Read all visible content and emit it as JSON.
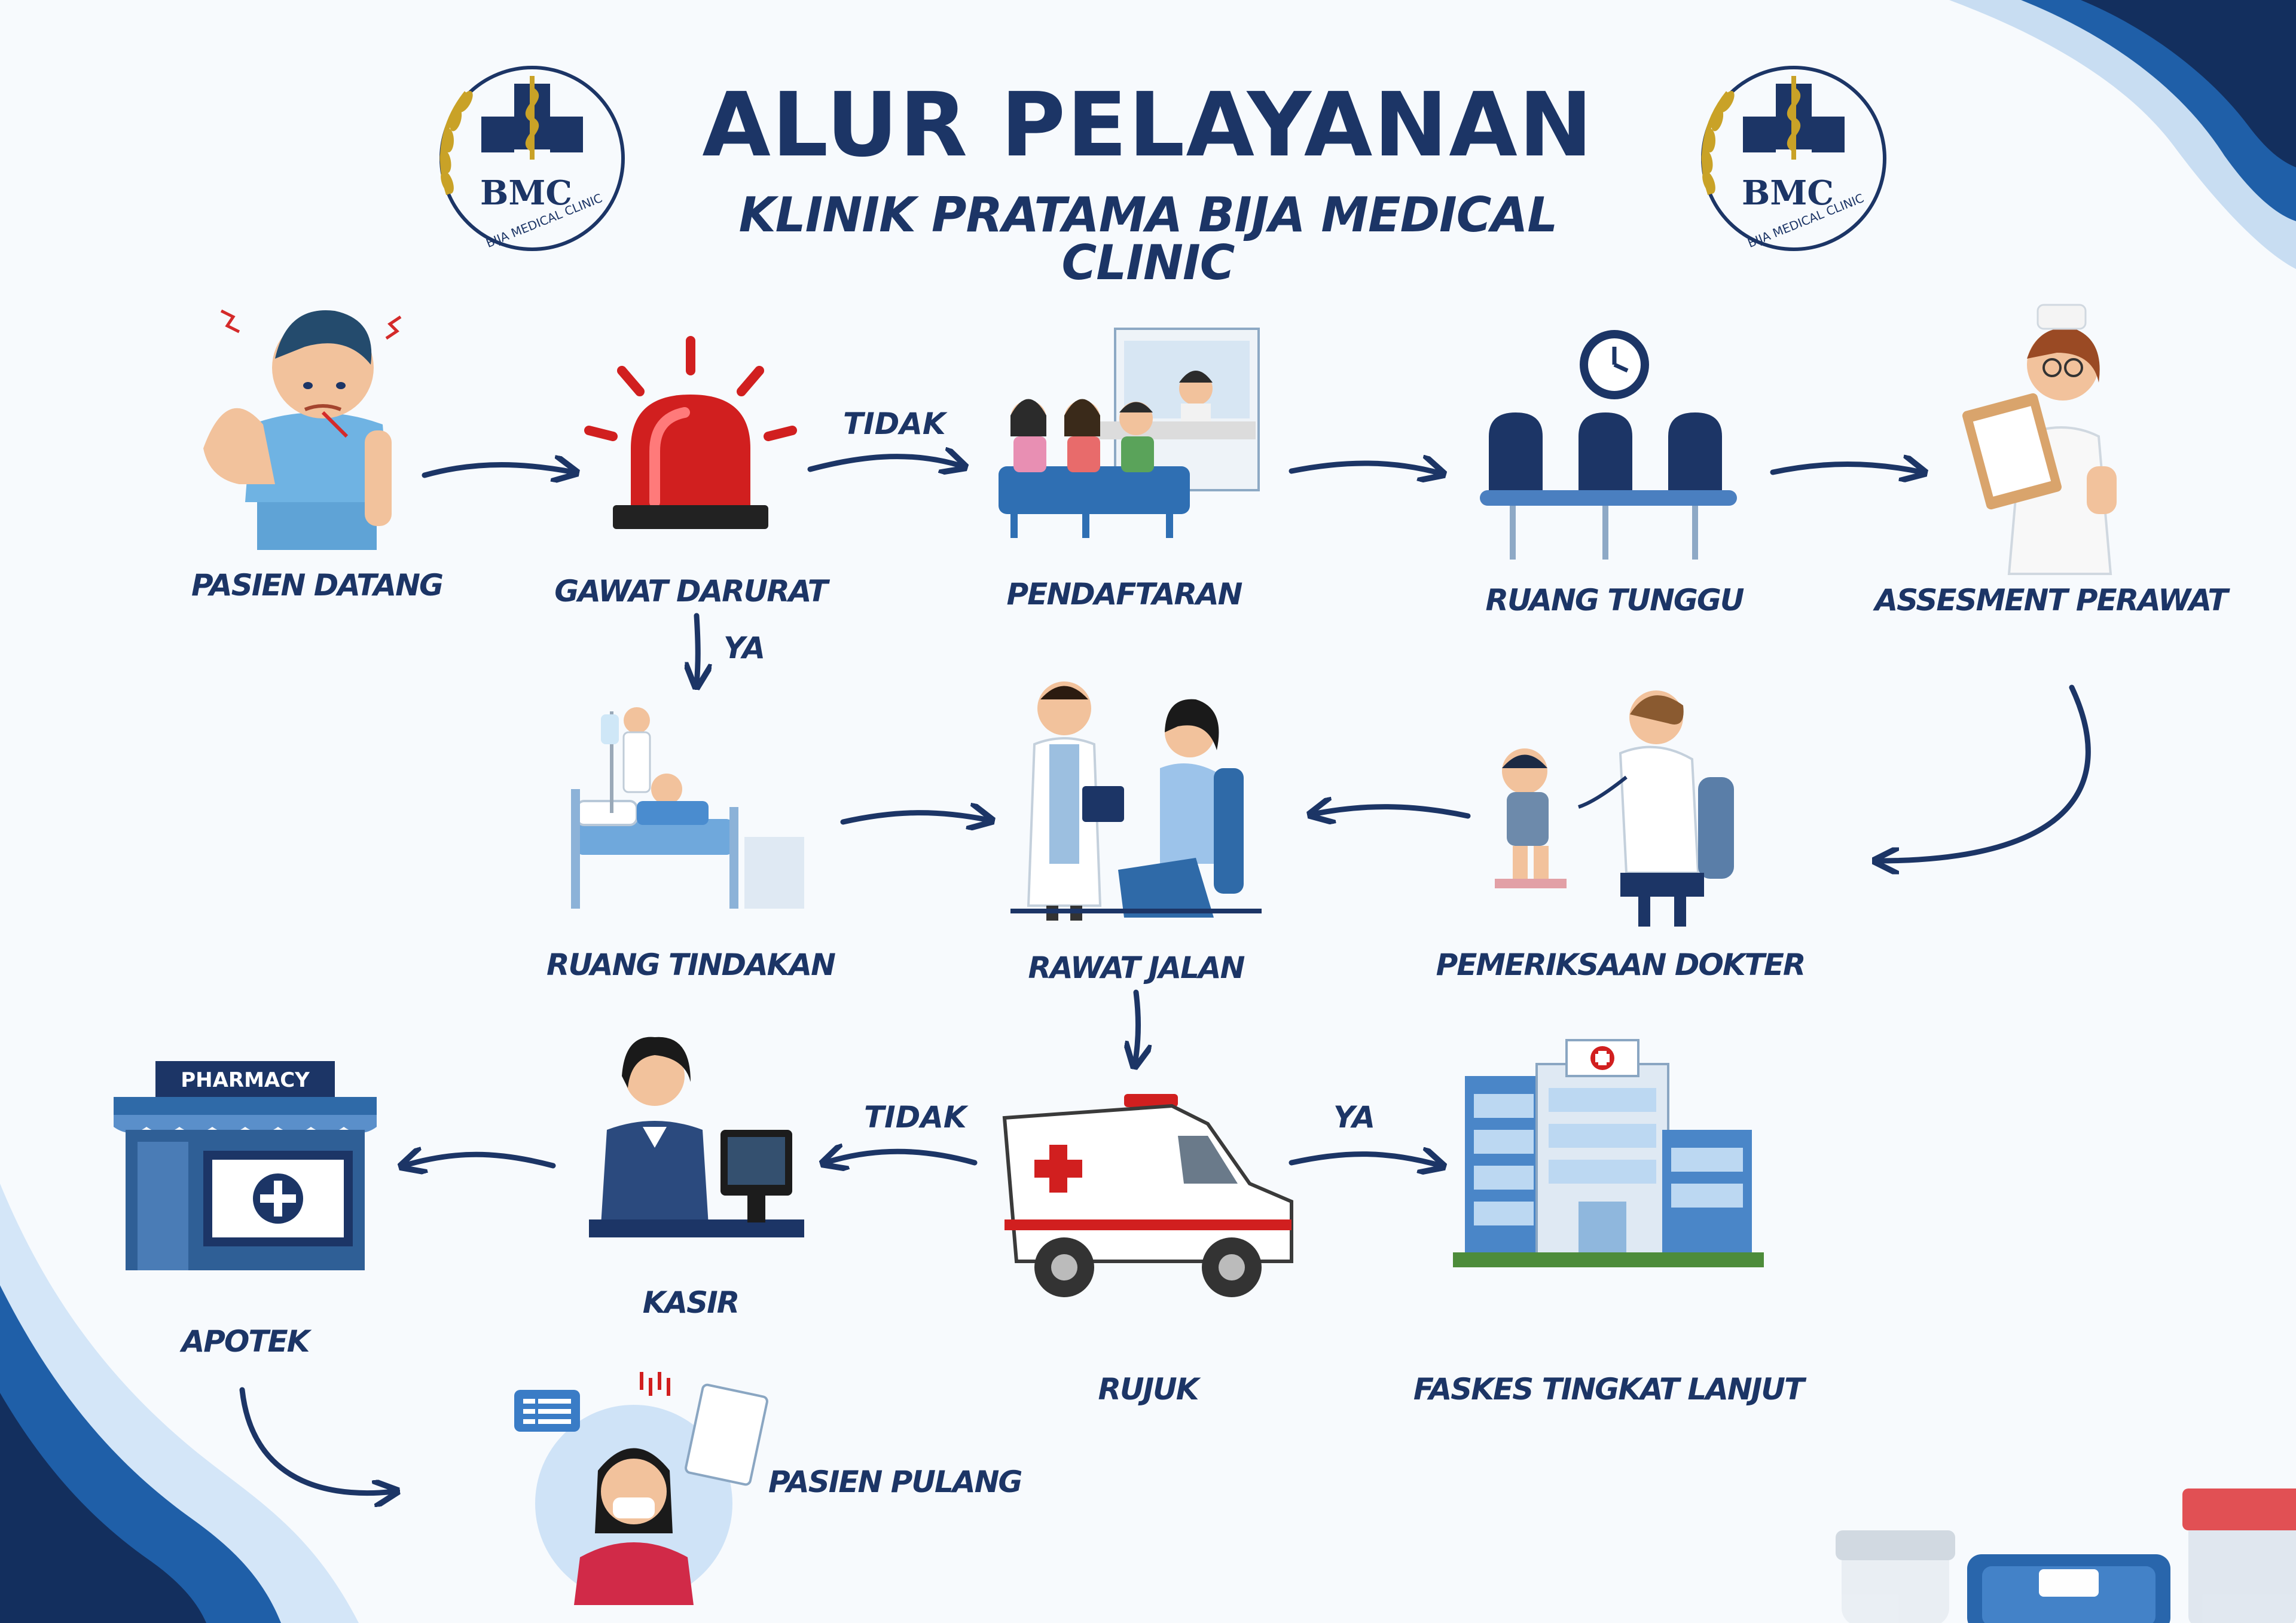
{
  "header": {
    "title": "ALUR PELAYANAN",
    "subtitle": "KLINIK PRATAMA BIJA MEDICAL CLINIC",
    "logo_text": "BMC",
    "logo_subtext": "BIJA MEDICAL CLINIC"
  },
  "steps": [
    {
      "label": "PASIEN DATANG",
      "icon": "sick-patient-icon"
    },
    {
      "label": "GAWAT DARURAT",
      "icon": "emergency-siren-icon"
    },
    {
      "label": "PENDAFTARAN",
      "icon": "registration-desk-icon"
    },
    {
      "label": "RUANG TUNGGU",
      "icon": "waiting-room-chairs-icon"
    },
    {
      "label": "ASSESMENT PERAWAT",
      "icon": "nurse-clipboard-icon"
    },
    {
      "label": "RUANG TINDAKAN",
      "icon": "hospital-bed-icon"
    },
    {
      "label": "RAWAT JALAN",
      "icon": "doctor-consultation-icon"
    },
    {
      "label": "PEMERIKSAAN DOKTER",
      "icon": "doctor-examination-icon"
    },
    {
      "label": "APOTEK",
      "icon": "pharmacy-store-icon"
    },
    {
      "label": "KASIR",
      "icon": "cashier-icon"
    },
    {
      "label": "RUJUK",
      "icon": "ambulance-icon"
    },
    {
      "label": "FASKES TINGKAT LANJUT",
      "icon": "hospital-building-icon"
    },
    {
      "label": "PASIEN PULANG",
      "icon": "patient-home-icon"
    }
  ],
  "conditions": {
    "emergency_no": "TIDAK",
    "emergency_yes": "YA",
    "refer_no": "TIDAK",
    "refer_yes": "YA"
  },
  "pharmacy_sign": "PHARMACY",
  "colors": {
    "navy": "#1c3566",
    "accent_blue": "#1f5fa8",
    "light_blue": "#cfe3f7",
    "emergency_red": "#d11f1f"
  }
}
